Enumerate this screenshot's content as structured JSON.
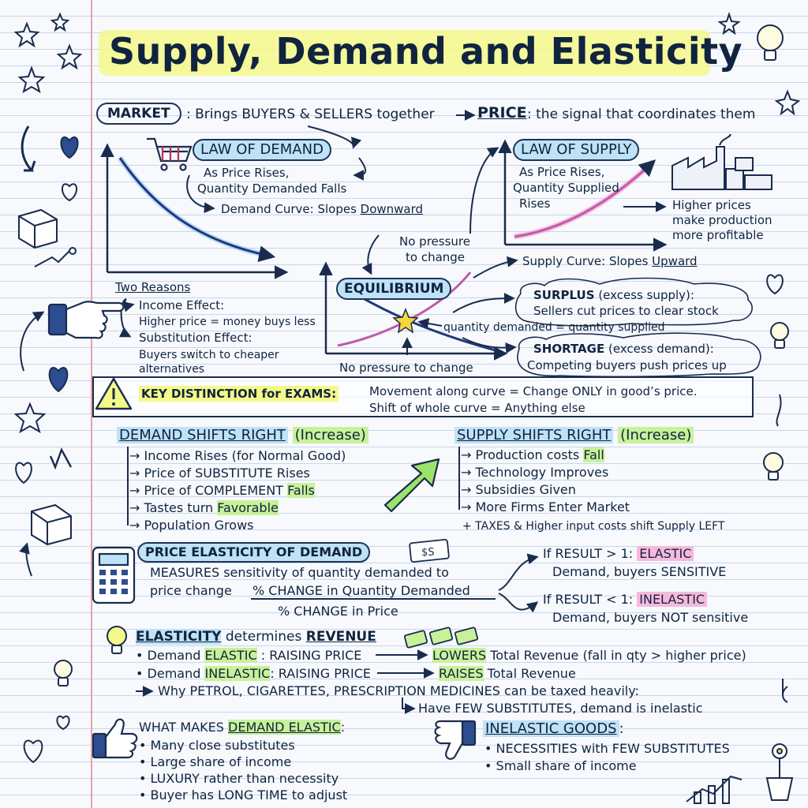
{
  "title": "Supply, Demand and Elasticity",
  "colors": {
    "highlight_yellow": "#f4f98a",
    "highlight_blue": "#bfe2f7",
    "highlight_green": "#c9f19a",
    "highlight_pink": "#f6b9dd",
    "ink": "#10243f",
    "demand_curve": "#1e3a7a",
    "supply_curve": "#c05aa8",
    "margin_line": "#e7a2a7"
  },
  "market": {
    "label": "MARKET",
    "desc": ": Brings BUYERS & SELLERS together",
    "price_label": "PRICE",
    "price_desc": ": the signal that coordinates them"
  },
  "demand": {
    "title": "LAW OF DEMAND",
    "line1": "As Price Rises,",
    "line2": "Quantity Demanded Falls",
    "curve_prefix": "Demand Curve: Slopes ",
    "curve_dir": "Downward",
    "reasons": {
      "title": "Two Reasons",
      "income_title": "Income Effect:",
      "income_desc": "Higher price = money buys less",
      "sub_title": "Substitution Effect:",
      "sub_desc1": "Buyers switch to cheaper",
      "sub_desc2": "alternatives"
    }
  },
  "supply": {
    "title": "LAW OF SUPPLY",
    "line1": "As Price Rises,",
    "line2": "Quantity Supplied",
    "line3": "Rises",
    "profit1": "Higher prices",
    "profit2": "make production",
    "profit3": "more profitable",
    "curve_prefix": "Supply Curve: Slopes ",
    "curve_dir": "Upward"
  },
  "equilibrium": {
    "title": "EQUILIBRIUM",
    "no_pressure_top1": "No pressure",
    "no_pressure_top2": "to change",
    "no_pressure_bottom": "No pressure to change",
    "qd_eq_qs": "quantity demanded = quantity supplied",
    "surplus_title": "SURPLUS",
    "surplus_paren": " (excess supply):",
    "surplus_desc": "Sellers cut prices to clear stock",
    "shortage_title": "SHORTAGE",
    "shortage_paren": " (excess demand):",
    "shortage_desc": "Competing buyers push prices up"
  },
  "key": {
    "label": "KEY DISTINCTION for EXAMS:",
    "line1": "Movement along curve = Change ONLY in good’s price.",
    "line2": "Shift of whole curve = Anything else"
  },
  "demand_shifts": {
    "title": "DEMAND SHIFTS RIGHT",
    "tag": "(Increase)",
    "item1": "Income Rises (for Normal Good)",
    "item2": "Price of SUBSTITUTE Rises",
    "item3_pre": "Price of COMPLEMENT ",
    "item3_hl": "Falls",
    "item4_pre": "Tastes turn ",
    "item4_hl": "Favorable",
    "item5": "Population Grows"
  },
  "supply_shifts": {
    "title": "SUPPLY SHIFTS RIGHT",
    "tag": "(Increase)",
    "item1_pre": "Production costs ",
    "item1_hl": "Fall",
    "item2": "Technology Improves",
    "item3": "Subsidies Given",
    "item4": "More Firms Enter Market",
    "note": "+ TAXES & Higher input costs shift Supply LEFT"
  },
  "ped": {
    "title": "PRICE ELASTICITY OF DEMAND",
    "line1": "MEASURES sensitivity of quantity demanded to",
    "line2": "price change",
    "numerator": "% CHANGE in Quantity Demanded",
    "denominator": "% CHANGE in Price",
    "gt_pre": "If RESULT > 1: ",
    "gt_hl": "ELASTIC",
    "gt_desc": "Demand, buyers SENSITIVE",
    "lt_pre": "If RESULT < 1: ",
    "lt_hl": "INELASTIC",
    "lt_desc": "Demand, buyers NOT sensitive"
  },
  "revenue": {
    "title_hl": "ELASTICITY",
    "title_mid": " determines ",
    "title_end": "REVENUE",
    "r1_a": "• Demand ",
    "r1_hl": "ELASTIC",
    "r1_b": " : RAISING PRICE",
    "r1_hl2": "LOWERS",
    "r1_c": " Total Revenue (fall in qty > higher price)",
    "r2_a": "• Demand ",
    "r2_hl": "INELASTIC",
    "r2_b": ": RAISING PRICE",
    "r2_hl2": "RAISES",
    "r2_c": " Total Revenue",
    "why": "Why PETROL, CIGARETTES, PRESCRIPTION MEDICINES can be taxed heavily:",
    "why2": "Have FEW SUBSTITUTES, demand is inelastic"
  },
  "elastic_goods": {
    "title_pre": "WHAT MAKES ",
    "title_hl": "DEMAND ELASTIC",
    "title_post": ":",
    "items": [
      "Many close substitutes",
      "Large share of income",
      "LUXURY rather than necessity",
      "Buyer has LONG TIME to adjust"
    ]
  },
  "inelastic_goods": {
    "title": "INELASTIC GOODS",
    "title_post": ":",
    "items": [
      "NECESSITIES with FEW SUBSTITUTES",
      "Small share of income"
    ]
  },
  "icons": [
    "shopping-cart-icon",
    "factory-icon",
    "pointing-hand-icon",
    "warning-icon",
    "up-arrow-icon",
    "calculator-icon",
    "money-icon",
    "lightbulb-icon",
    "thumbs-up-icon",
    "thumbs-down-icon",
    "flower-icon",
    "growth-chart-icon",
    "star-icon",
    "heart-icon",
    "cube-icon"
  ]
}
